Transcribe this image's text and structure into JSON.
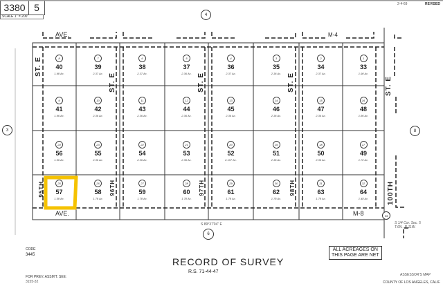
{
  "header": {
    "book": "3380",
    "page": "5",
    "scale": "SCALE 1\" = 200'",
    "revised_label": "REVISED",
    "revised_date": "2-4-69"
  },
  "map": {
    "streets": {
      "top_ave": "AVE.",
      "top_right_ave": "M-4",
      "bottom_ave": "AVE.",
      "bottom_right": "M-8",
      "st_e": "ST. E",
      "st_95": "95TH",
      "st_96": "96TH",
      "st_97": "97TH",
      "st_98": "98TH",
      "st_100": "100TH"
    },
    "adjoining": {
      "top": "4",
      "left": "3",
      "right": "8",
      "bottom": "6",
      "corner": "33"
    },
    "highlight_color": "#f5c200",
    "highlighted_parcel": "57",
    "bearing": "S 89°37'04\" E",
    "parcels": [
      [
        {
          "n": "40",
          "c": "8",
          "a": "1.98 Ac."
        },
        {
          "n": "39",
          "c": "7",
          "a": "2.37 Ac."
        },
        {
          "n": "38",
          "c": "6",
          "a": "2.37 Ac."
        },
        {
          "n": "37",
          "c": "5",
          "a": "2.36 Ac."
        },
        {
          "n": "36",
          "c": "4",
          "a": "2.37 Ac."
        },
        {
          "n": "35",
          "c": "3",
          "a": "2.36 Ac."
        },
        {
          "n": "34",
          "c": "2",
          "a": "2.37 Ac."
        },
        {
          "n": "33",
          "c": "1",
          "a": "1.98 Ac."
        }
      ],
      [
        {
          "n": "41",
          "c": "9",
          "a": "1.96 Ac."
        },
        {
          "n": "42",
          "c": "10",
          "a": "2.36 Ac."
        },
        {
          "n": "43",
          "c": "11",
          "a": "2.36 Ac."
        },
        {
          "n": "44",
          "c": "12",
          "a": "2.36 Ac."
        },
        {
          "n": "45",
          "c": "13",
          "a": "2.36 Ac."
        },
        {
          "n": "46",
          "c": "14",
          "a": "2.36 Ac."
        },
        {
          "n": "47",
          "c": "15",
          "a": "2.36 Ac."
        },
        {
          "n": "48",
          "c": "16",
          "a": "1.86 Ac."
        }
      ],
      [
        {
          "n": "56",
          "c": "24",
          "a": "1.96 Ac."
        },
        {
          "n": "55",
          "c": "23",
          "a": "2.36 Ac."
        },
        {
          "n": "54",
          "c": "22",
          "a": "2.36 Ac."
        },
        {
          "n": "53",
          "c": "21",
          "a": "2.36 Ac."
        },
        {
          "n": "52",
          "c": "20",
          "a": "2.107 Ac."
        },
        {
          "n": "51",
          "c": "19",
          "a": "2.36 Ac."
        },
        {
          "n": "50",
          "c": "18",
          "a": "2.36 Ac."
        },
        {
          "n": "49",
          "c": "17",
          "a": "1.72 Ac."
        }
      ],
      [
        {
          "n": "57",
          "c": "25",
          "a": "1.58 Ac."
        },
        {
          "n": "58",
          "c": "26",
          "a": "1.78 Ac."
        },
        {
          "n": "59",
          "c": "27",
          "a": "1.78 Ac."
        },
        {
          "n": "60",
          "c": "28",
          "a": "1.78 Ac."
        },
        {
          "n": "61",
          "c": "29",
          "a": "1.78 Ac."
        },
        {
          "n": "62",
          "c": "30",
          "a": "1.78 Ac."
        },
        {
          "n": "63",
          "c": "31",
          "a": "1.78 Ac."
        },
        {
          "n": "64",
          "c": "32",
          "a": "1.48 Ac."
        }
      ]
    ]
  },
  "footer": {
    "code_label": "CODE",
    "code": "3445",
    "title": "RECORD OF SURVEY",
    "rs": "R.S. 71-44-47",
    "note_line1": "ALL ACREAGES ON",
    "note_line2": "THIS PAGE ARE NET",
    "prev_label": "FOR PREV. ASSM'T. SEE:",
    "prev_ref": "3155-32",
    "assessor": "ASSESSOR'S MAP",
    "county": "COUNTY OF LOS ANGELES, CALIF.",
    "section_ref": "S 1/4 Cor. Sec. 5 T.6N., R.11W."
  }
}
